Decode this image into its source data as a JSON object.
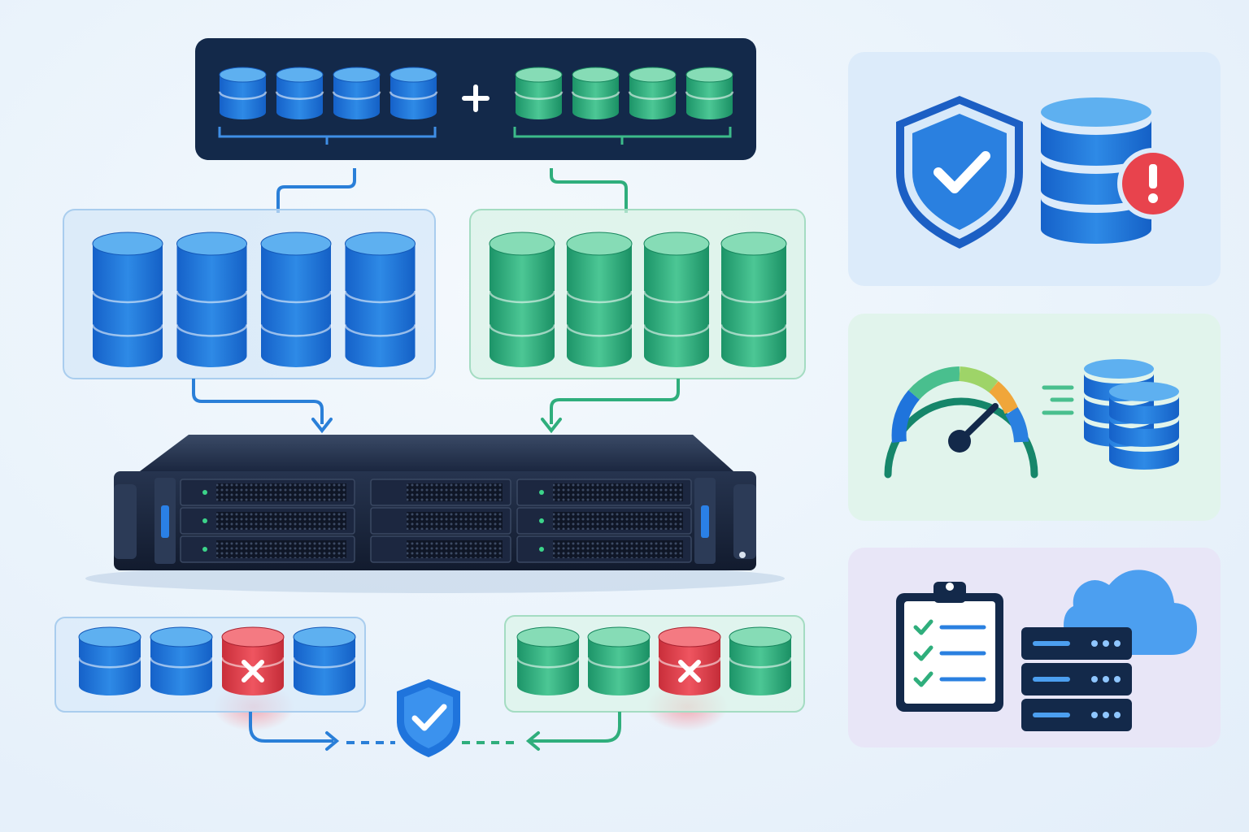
{
  "colors": {
    "blue": "#2a7fd8",
    "blue_dark": "#1358b8",
    "blue_light": "#5eb0f0",
    "green": "#3cba8a",
    "green_dark": "#16865d",
    "green_light": "#86dcb6",
    "red": "#e0424c",
    "navy": "#13294a",
    "server_body": "#1d2b45"
  },
  "diagram": {
    "top_bar": {
      "left_disks": 4,
      "right_disks": 4,
      "operator_symbol": "+"
    },
    "mirror_groups": [
      {
        "name": "blue-group",
        "disks": 4
      },
      {
        "name": "green-group",
        "disks": 4
      }
    ],
    "degraded_groups": [
      {
        "name": "blue-degraded",
        "disks": 4,
        "failed_index": 2
      },
      {
        "name": "green-degraded",
        "disks": 4,
        "failed_index": 2
      }
    ],
    "server": {
      "drive_bays": 9
    },
    "side_panels": [
      {
        "name": "protection",
        "icons": [
          "shield-check-icon",
          "database-icon",
          "alert-icon"
        ]
      },
      {
        "name": "performance",
        "icons": [
          "speedometer-icon",
          "database-stack-icon"
        ]
      },
      {
        "name": "backup",
        "icons": [
          "checklist-icon",
          "server-rack-icon",
          "cloud-icon"
        ]
      }
    ]
  }
}
